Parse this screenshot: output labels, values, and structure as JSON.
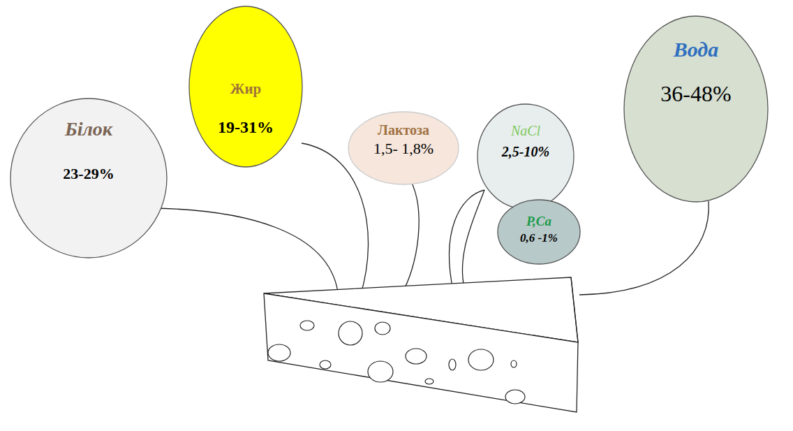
{
  "diagram": {
    "nodes": [
      {
        "text": [
          "Білок",
          "23-29%"
        ]
      },
      {
        "text": [
          "Жир",
          "19-31%"
        ]
      },
      {
        "text": [
          "Лактоза",
          "1,5- 1,8%"
        ]
      },
      {
        "text": [
          "NaCl",
          "2,5-10%"
        ]
      },
      {
        "text": [
          "P,Ca",
          "0,6 -1%"
        ]
      },
      {
        "text": [
          "Вода",
          "36-48%"
        ]
      }
    ]
  }
}
